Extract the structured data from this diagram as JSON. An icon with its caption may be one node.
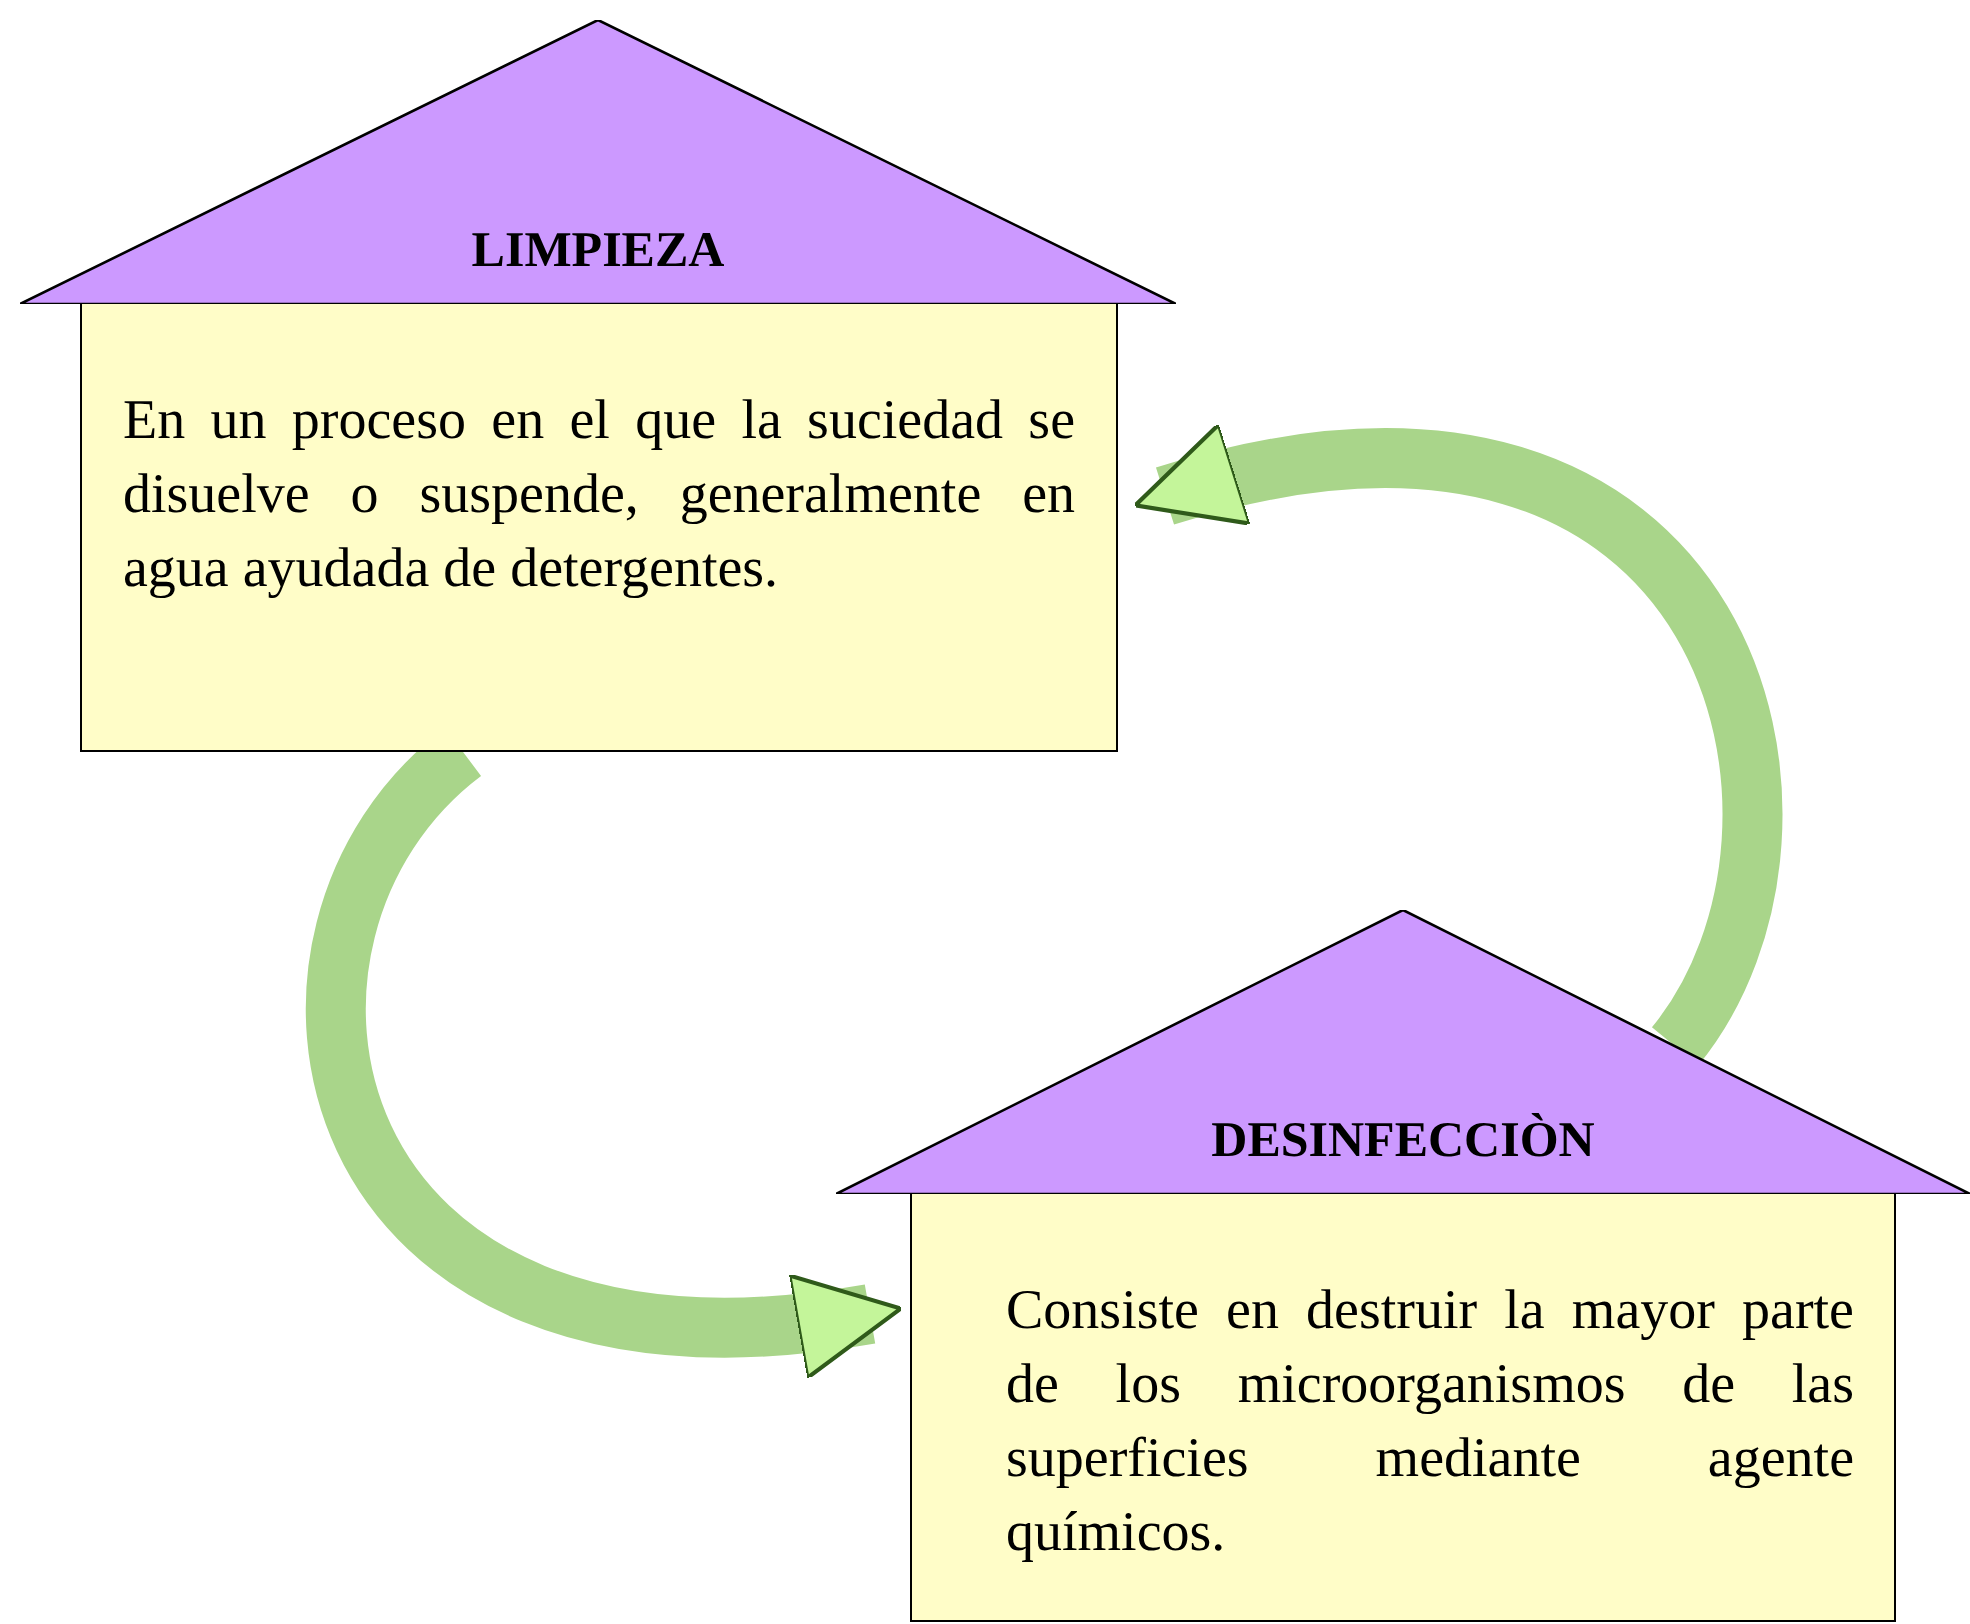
{
  "diagram": {
    "nodes": [
      {
        "text": [
          "LIMPIEZA",
          "En un proceso en el que la suciedad se disuelve o suspende, generalmente en agua ayudada de detergentes."
        ]
      },
      {
        "text": [
          "DESINFECCIÒN",
          "Consiste en destruir la mayor parte de los microorganismos de las superficies mediante agente químicos."
        ]
      }
    ],
    "edges": [
      {
        "from": 0,
        "to": 1,
        "arrow": "to"
      },
      {
        "from": 1,
        "to": 0,
        "arrow": "to"
      }
    ]
  }
}
